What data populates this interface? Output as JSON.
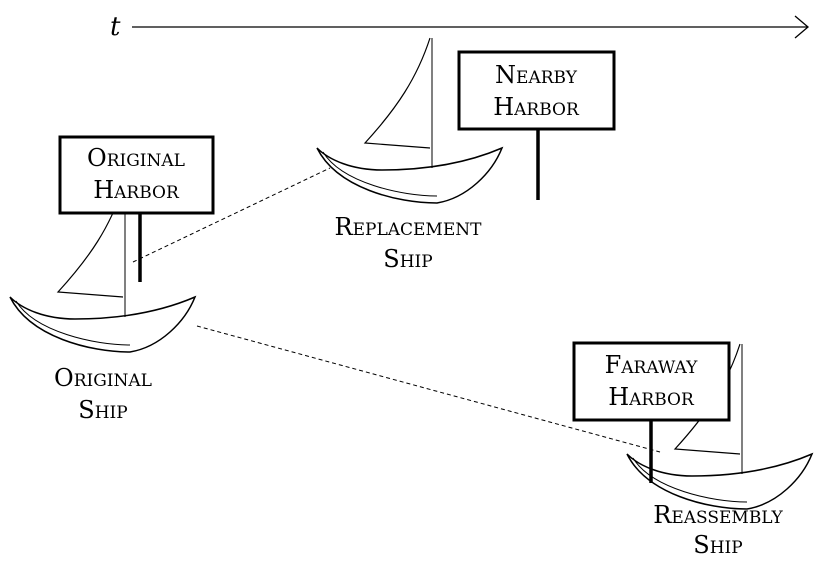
{
  "timeline": {
    "label": "t"
  },
  "harbors": {
    "original": {
      "line1": "Original",
      "line2": "Harbor"
    },
    "nearby": {
      "line1": "Nearby",
      "line2": "Harbor"
    },
    "faraway": {
      "line1": "Faraway",
      "line2": "Harbor"
    }
  },
  "ships": {
    "original": {
      "line1": "Original",
      "line2": "Ship"
    },
    "replacement": {
      "line1": "Replacement",
      "line2": "Ship"
    },
    "reassembly": {
      "line1": "Reassembly",
      "line2": "Ship"
    }
  },
  "colors": {
    "ink": "#000000",
    "background": "#ffffff"
  }
}
